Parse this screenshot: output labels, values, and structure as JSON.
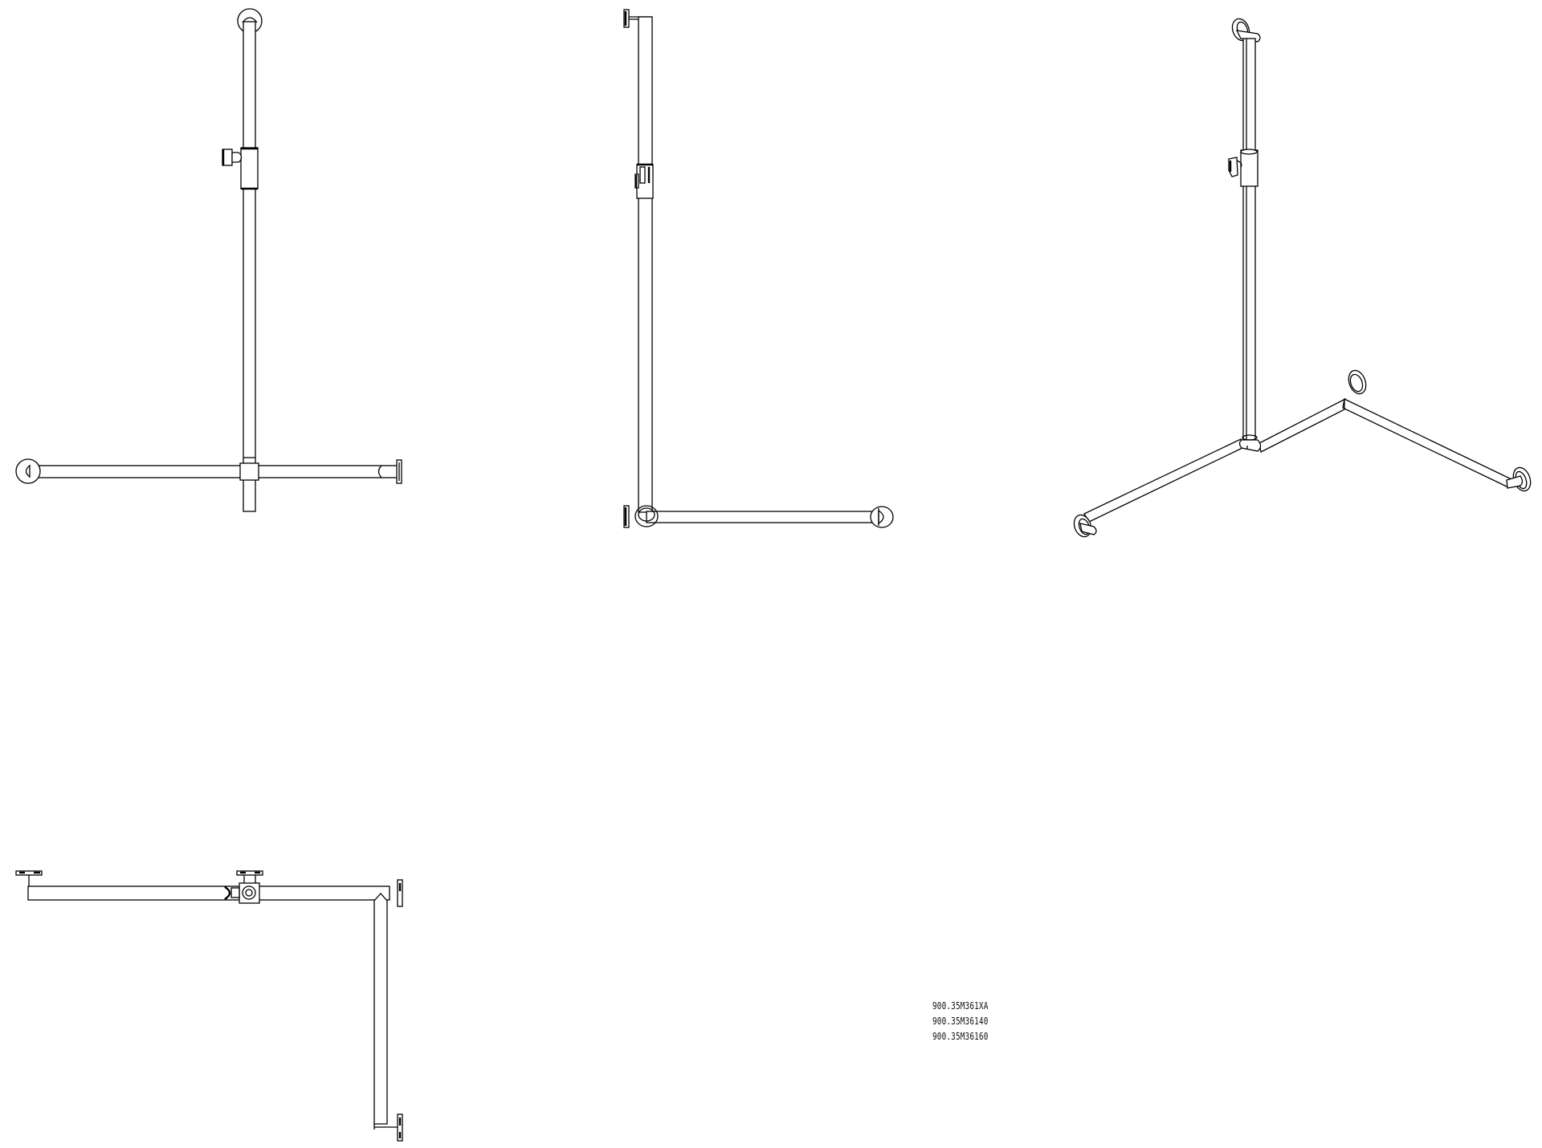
{
  "document": {
    "type": "technical line drawing",
    "subject": "shower grab bar with sliding hand-shower holder",
    "background": "#ffffff",
    "line_color": "#000000"
  },
  "views": [
    {
      "id": "front-view",
      "label": "T-shaped grab bar, front elevation"
    },
    {
      "id": "side-view",
      "label": "L-shaped profile, side elevation"
    },
    {
      "id": "isometric-view",
      "label": "corner grab bar, isometric"
    },
    {
      "id": "plan-view",
      "label": "corner grab bar, top plan"
    }
  ],
  "part_numbers": {
    "lines": [
      "900.35M361XA",
      "900.35M36140",
      "900.35M36160"
    ]
  }
}
